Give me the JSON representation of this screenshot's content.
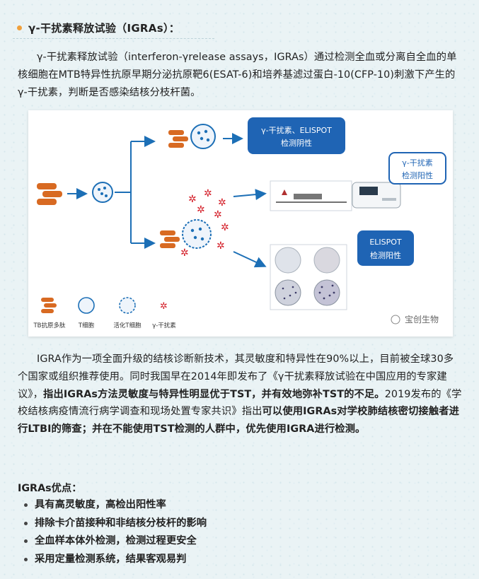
{
  "heading": "γ-干扰素释放试验（IGRAs）：",
  "para1": "γ-干扰素释放试验（interferon-γrelease assays，IGRAs）通过检测全血或分离自全血的单核细胞在MTB特异性抗原早期分泌抗原靶6(ESAT-6)和培养基滤过蛋白-10(CFP-10)刺激下产生的γ-干扰素，判断是否感染结核分枝杆菌。",
  "figure": {
    "box1": [
      "γ-干扰素、ELISPOT",
      "检测阴性"
    ],
    "box2": [
      "γ-干扰素",
      "检测阳性"
    ],
    "box3": [
      "ELISPOT",
      "检测阳性"
    ],
    "legend": [
      "TB抗原多肽",
      "T细胞",
      "活化T细胞",
      "γ-干扰素"
    ],
    "watermark": "宝创生物"
  },
  "para2": {
    "s1": "IGRA作为一项全面升级的结核诊断新技术，其灵敏度和特异性在90%以上，目前被全球30多个国家或组织推荐使用。同时我国早在2014年即发布了《γ干扰素释放试验在中国应用的专家建议》，",
    "b1": "指出IGRAs方法灵敏度与特异性明显优于TST，并有效地弥补TST的不足。",
    "s2": "2019发布的《学校结核病疫情流行病学调查和现场处置专家共识》指出",
    "b2": "可以使用IGRAs对学校肺结核密切接触者进行LTBI的筛查；并在不能使用TST检测的人群中，优先使用IGRA进行检测。"
  },
  "advantages": {
    "title": "IGRAs优点：",
    "items": [
      "具有高灵敏度，高检出阳性率",
      "排除卡介苗接种和非结核分枝杆的影响",
      "全血样本体外检测，检测过程更安全",
      "采用定量检测系统，结果客观易判"
    ]
  }
}
